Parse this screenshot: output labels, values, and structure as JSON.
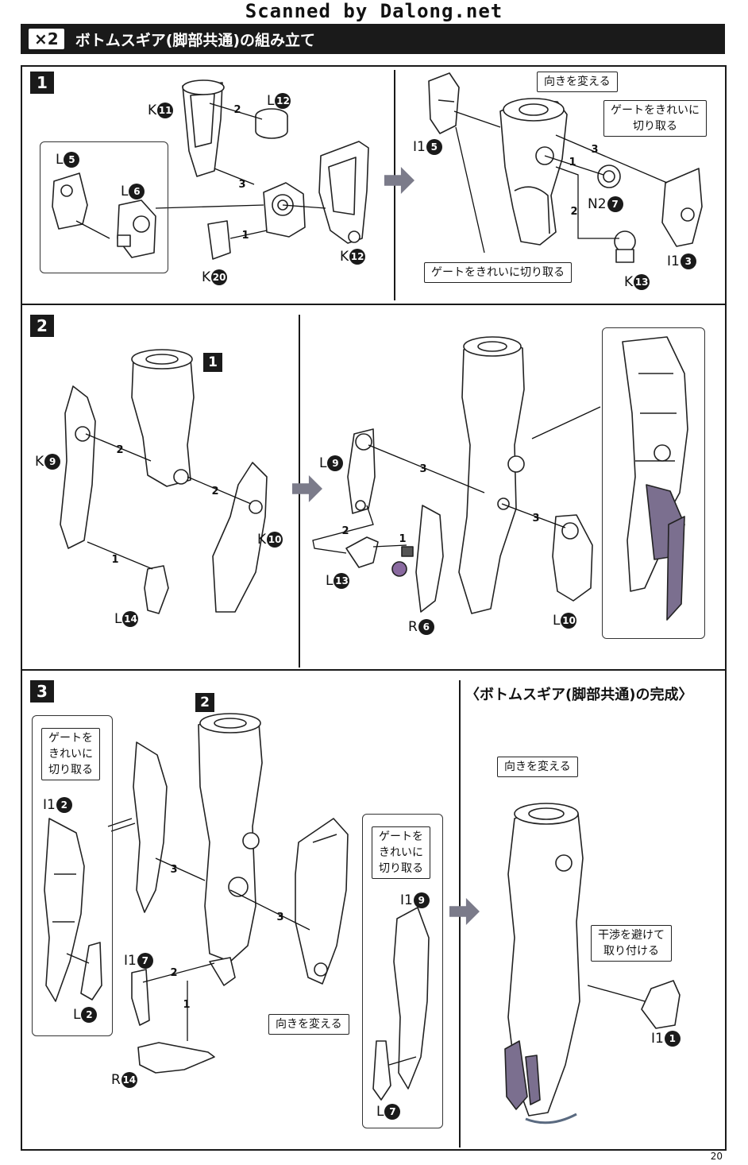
{
  "watermark": "Scanned by Dalong.net",
  "header": {
    "multiplier": "×2",
    "title": "ボトムスギア(脚部共通)の組み立て"
  },
  "steps": [
    "1",
    "2",
    "3"
  ],
  "callouts": {
    "change_direction": "向きを変える",
    "gate_clean_2line": [
      "ゲートをきれいに",
      "切り取る"
    ],
    "gate_clean_1line": "ゲートをきれいに切り取る",
    "gate_clean_3line": [
      "ゲートを",
      "きれいに",
      "切り取る"
    ],
    "avoid_interference": [
      "干渉を避けて",
      "取り付ける"
    ]
  },
  "parts": {
    "K11": {
      "letter": "K",
      "num": "11"
    },
    "L12": {
      "letter": "L",
      "num": "12"
    },
    "L5": {
      "letter": "L",
      "num": "5"
    },
    "L6": {
      "letter": "L",
      "num": "6"
    },
    "K12": {
      "letter": "K",
      "num": "12"
    },
    "K20": {
      "letter": "K",
      "num": "20"
    },
    "I1_5": {
      "letter": "I1",
      "num": "5"
    },
    "N2_7": {
      "letter": "N2",
      "num": "7"
    },
    "I1_3": {
      "letter": "I1",
      "num": "3"
    },
    "K13": {
      "letter": "K",
      "num": "13"
    },
    "K9": {
      "letter": "K",
      "num": "9"
    },
    "K10": {
      "letter": "K",
      "num": "10"
    },
    "L14": {
      "letter": "L",
      "num": "14"
    },
    "L9": {
      "letter": "L",
      "num": "9"
    },
    "L13": {
      "letter": "L",
      "num": "13"
    },
    "R6": {
      "letter": "R",
      "num": "6"
    },
    "L10": {
      "letter": "L",
      "num": "10"
    },
    "I1_2": {
      "letter": "I1",
      "num": "2"
    },
    "L2": {
      "letter": "L",
      "num": "2"
    },
    "I1_7": {
      "letter": "I1",
      "num": "7"
    },
    "R14": {
      "letter": "R",
      "num": "14"
    },
    "I1_9": {
      "letter": "I1",
      "num": "9"
    },
    "L7": {
      "letter": "L",
      "num": "7"
    },
    "I1_1": {
      "letter": "I1",
      "num": "1"
    }
  },
  "sequence": {
    "s1": "1",
    "s2": "2",
    "s3": "3"
  },
  "ref": {
    "from1": "1",
    "from2": "2"
  },
  "completion_title": "〈ボトムスギア(脚部共通)の完成〉",
  "page_number": "20"
}
